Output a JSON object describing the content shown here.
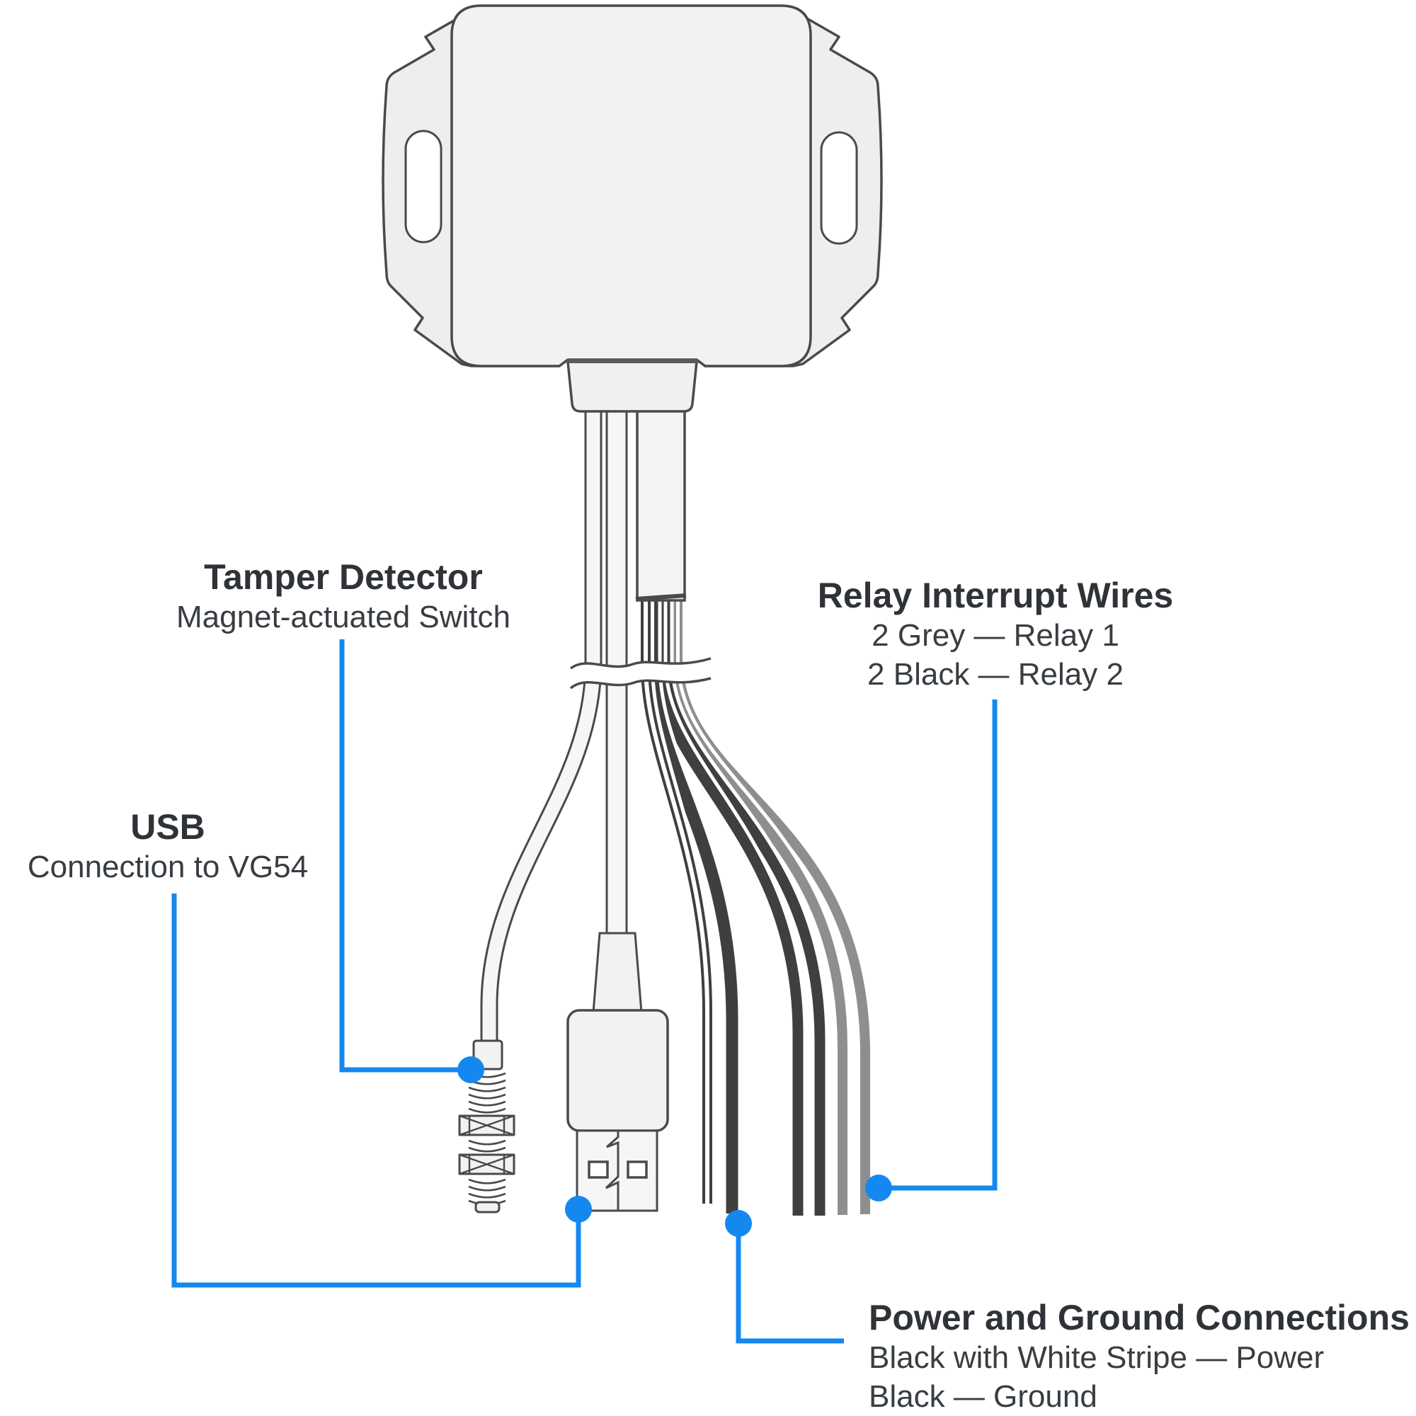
{
  "labels": {
    "tamper": {
      "title": "Tamper Detector",
      "lines": [
        "Magnet-actuated Switch"
      ]
    },
    "usb": {
      "title": "USB",
      "lines": [
        "Connection to VG54"
      ]
    },
    "relay": {
      "title": "Relay Interrupt Wires",
      "lines": [
        "2 Grey — Relay 1",
        "2 Black — Relay 2"
      ]
    },
    "power": {
      "title": "Power and Ground Connections",
      "lines": [
        "Black with White Stripe — Power",
        "Black — Ground"
      ]
    }
  },
  "icons": {
    "callout_dots": [
      "tamper-callout-dot",
      "usb-callout-dot",
      "relay-callout-dot",
      "power-callout-dot"
    ]
  },
  "colors": {
    "accent": "#1488EF",
    "outline": "#4A4A4A",
    "black_wire": "#3F3F3F",
    "grey_wire": "#8E8E8E",
    "enclosure_fill": "#F2F2F3",
    "text": "#2F3338"
  }
}
